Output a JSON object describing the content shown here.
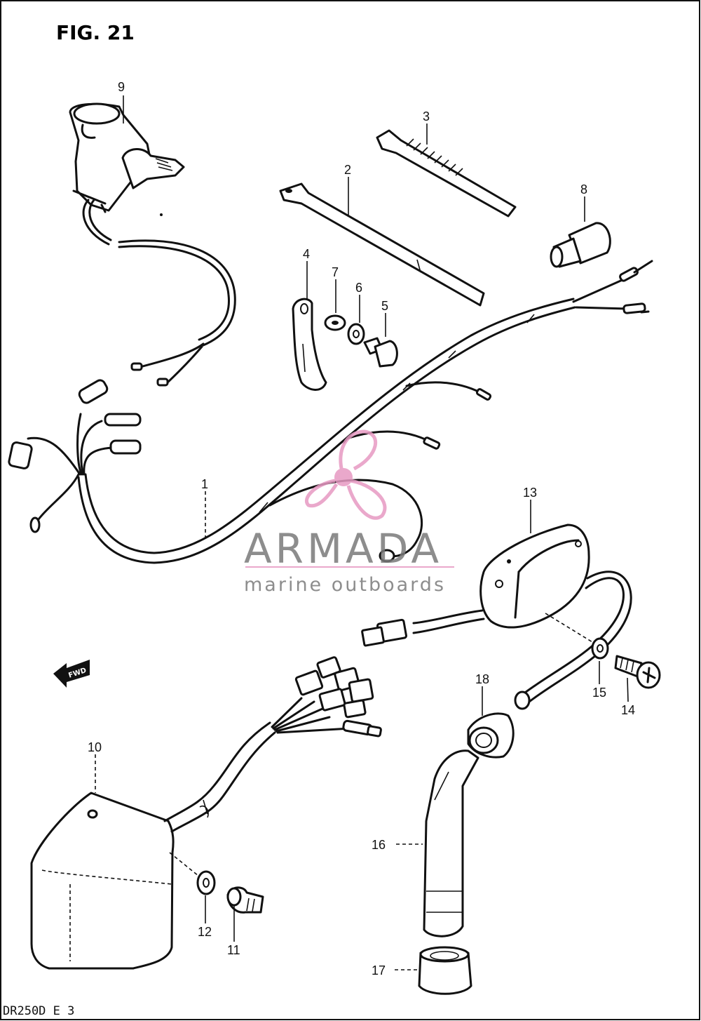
{
  "figure": {
    "title": "FIG. 21",
    "code": "DR250D E 3",
    "fwd_label": "FWD"
  },
  "watermark": {
    "brand": "ARMADA",
    "tagline": "marine outboards",
    "color": "#e79ac3"
  },
  "parts": {
    "p1": "1",
    "p2": "2",
    "p3": "3",
    "p4": "4",
    "p5": "5",
    "p6": "6",
    "p7": "7",
    "p8": "8",
    "p9": "9",
    "p10": "10",
    "p11": "11",
    "p12": "12",
    "p13": "13",
    "p14": "14",
    "p15": "15",
    "p16": "16",
    "p17": "17",
    "p18": "18"
  }
}
